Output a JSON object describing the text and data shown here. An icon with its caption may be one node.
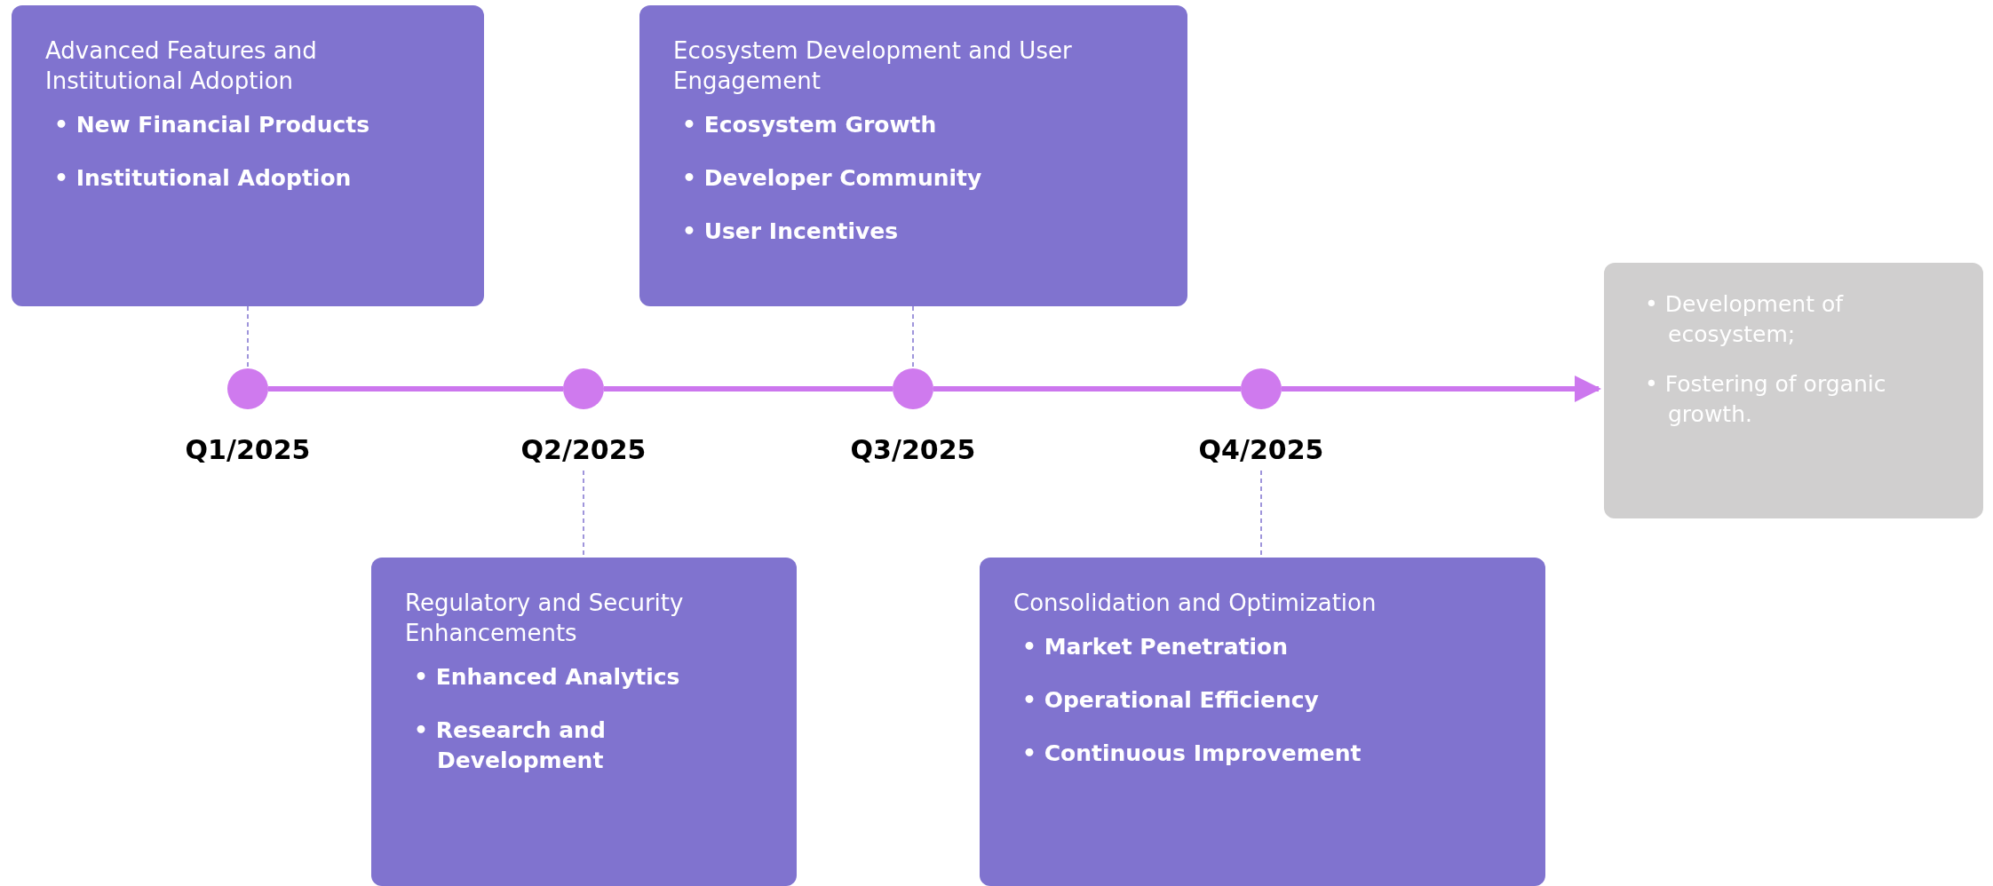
{
  "diagram": {
    "nodes": [
      {
        "text": [
          "Advanced Features and Institutional Adoption",
          "• New Financial Products",
          "• Institutional Adoption"
        ]
      },
      {
        "text": [
          "Ecosystem Development and User Engagement",
          "• Ecosystem Growth",
          "• Developer Community",
          "• User Incentives"
        ]
      },
      {
        "text": [],
        "shape": "circle",
        "beside": [
          "Q1/2025"
        ]
      },
      {
        "text": [],
        "shape": "circle",
        "beside": [
          "Q2/2025"
        ]
      },
      {
        "text": [],
        "shape": "circle",
        "beside": [
          "Q3/2025"
        ]
      },
      {
        "text": [],
        "shape": "circle",
        "beside": [
          "Q4/2025"
        ]
      },
      {
        "text": [
          "• Development of ecosystem;",
          "• Fostering of organic growth."
        ]
      },
      {
        "text": [
          "Regulatory and Security Enhancements",
          "• Enhanced Analytics",
          "• Research and Development"
        ]
      },
      {
        "text": [
          "Consolidation and Optimization",
          "• Market Penetration",
          "• Operational Efficiency",
          "• Continuous Improvement"
        ]
      }
    ],
    "edges": [
      {
        "from": 2,
        "to": 3,
        "arrow": "none",
        "style": "thick"
      },
      {
        "from": 3,
        "to": 4,
        "arrow": "none",
        "style": "thick"
      },
      {
        "from": 4,
        "to": 5,
        "arrow": "none",
        "style": "thick"
      },
      {
        "from": 5,
        "to": 6,
        "arrow": "to",
        "style": "thick"
      },
      {
        "from": 0,
        "to": 2,
        "arrow": "none",
        "style": "dashed",
        "color": "#8073cf"
      },
      {
        "from": 1,
        "to": 4,
        "arrow": "none",
        "style": "dashed",
        "color": "#8073cf"
      },
      {
        "from": 3,
        "to": 7,
        "arrow": "none",
        "style": "dashed",
        "color": "#8073cf"
      },
      {
        "from": 5,
        "to": 8,
        "arrow": "none",
        "style": "dashed",
        "color": "#8073cf"
      }
    ]
  }
}
